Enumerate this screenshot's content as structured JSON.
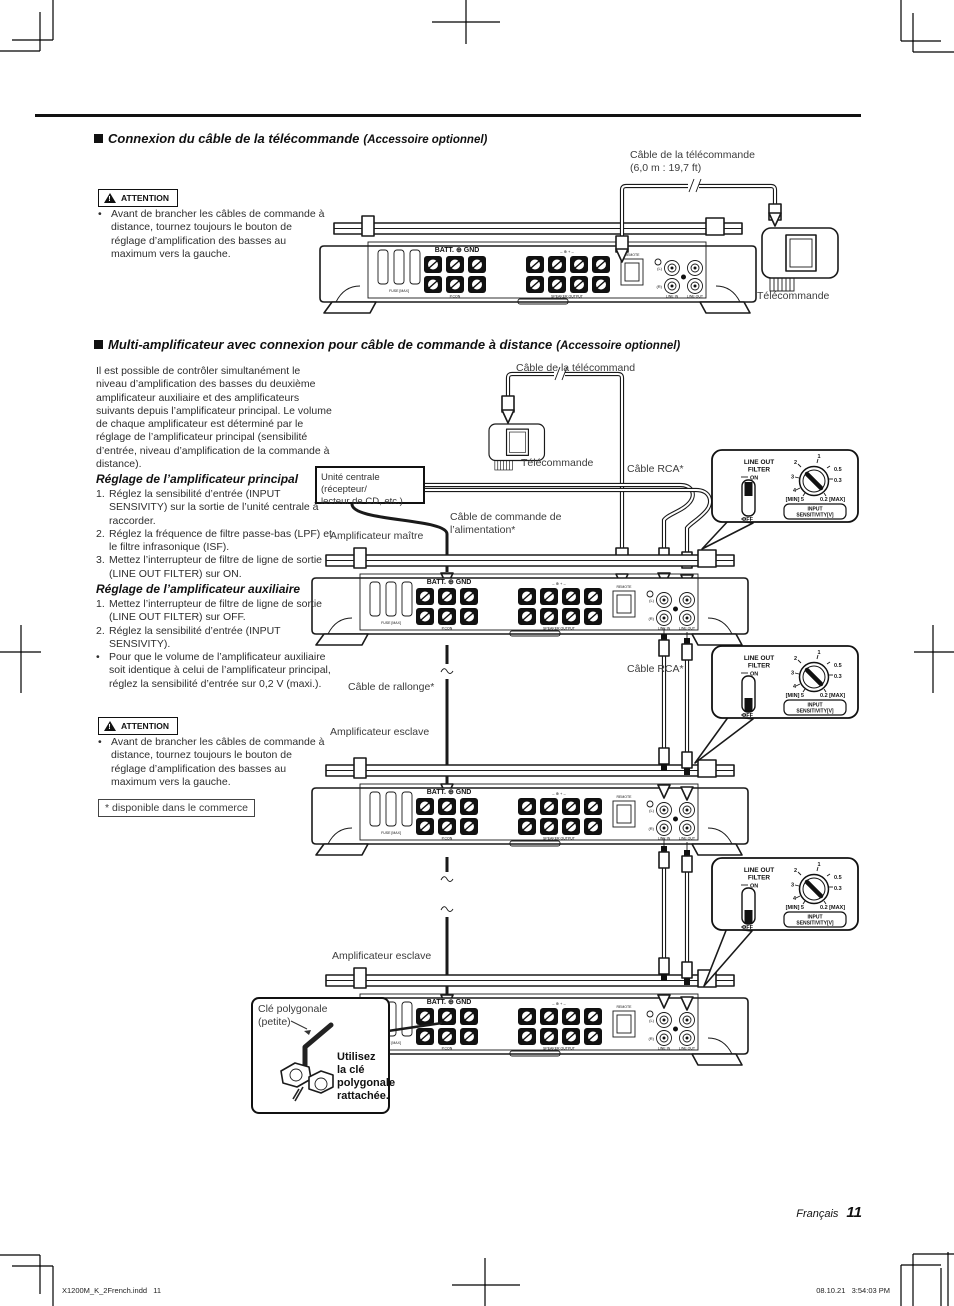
{
  "attention": {
    "label": "ATTENTION",
    "text": "Avant de brancher les câbles de commande à distance, tournez toujours le bouton de réglage d’amplification des basses au maximum vers la gauche."
  },
  "section1": {
    "title": "Connexion du câble de la télécommande",
    "title_suffix": "(Accessoire optionnel)",
    "labels": {
      "remote_cable": "Câble de la télécommande\n(6,0 m : 19,7 ft)",
      "remote_unit": "Télécommande"
    }
  },
  "section2": {
    "title": "Multi-amplificateur avec connexion pour câble de commande à distance",
    "title_suffix": "(Accessoire optionnel)",
    "intro": "Il est possible de contrôler simultanément le niveau d’amplification des basses du deuxième amplificateur auxiliaire et des amplificateurs suivants depuis l’amplificateur principal. Le volume de chaque amplificateur est déterminé par le réglage de l’amplificateur principal (sensibilité d’entrée, niveau d’amplification de la commande à distance).",
    "main_heading": "Réglage de l’amplificateur principal",
    "main_steps": [
      {
        "n": "1.",
        "t": "Réglez la sensibilité d’entrée (INPUT SENSIVITY) sur la sortie de l’unité centrale à raccorder."
      },
      {
        "n": "2.",
        "t": "Réglez la fréquence de filtre passe-bas (LPF) et le filtre infrasonique (ISF)."
      },
      {
        "n": "3.",
        "t": "Mettez l’interrupteur de filtre de ligne de sortie (LINE OUT FILTER) sur ON."
      }
    ],
    "aux_heading": "Réglage de l’amplificateur auxiliaire",
    "aux_steps": [
      {
        "n": "1.",
        "t": "Mettez l’interrupteur de filtre de ligne de sortie (LINE OUT FILTER) sur OFF."
      },
      {
        "n": "2.",
        "t": "Réglez la sensibilité d’entrée (INPUT SENSIVITY)."
      }
    ],
    "aux_note_bullet": "•",
    "aux_note": "Pour que le volume de l’amplificateur auxiliaire soit identique à celui de l’amplificateur principal, réglez la sensibilité d’entrée sur 0,2 V (maxi.).",
    "commerce_note": "* disponible dans le commerce",
    "labels": {
      "remote_cable": "Câble de la télécommand",
      "remote_unit": "Télécommande",
      "rca_cable_1": "Câble RCA*",
      "rca_cable_2": "Câble RCA*",
      "head_unit": "Unité centrale (récepteur/\nlecteur de CD, etc.)",
      "power_cable": "Câble de commande de\nl’alimentation*",
      "master_amp": "Amplificateur maître",
      "extension_cable": "Câble de rallonge*",
      "slave_amp_1": "Amplificateur esclave",
      "slave_amp_2": "Amplificateur esclave",
      "wrench": "Clé polygonale\n(petite)",
      "wrench_note": "Utilisez\nla clé\npolygonale\nrattachée."
    }
  },
  "amp": {
    "batt_gnd": "BATT. ⊕ GND",
    "fuse": "FUSE [MAX]",
    "pcon": "P.CON",
    "speaker_marks": "–  ⊕ +  –",
    "speaker_output": "SPEAKER OUTPUT",
    "remote": "REMOTE",
    "l": "(L)",
    "r": "(R)",
    "line_in": "LINE IN",
    "line_out": "LINE OUT"
  },
  "callout": {
    "title_line1": "LINE OUT",
    "title_line2": "FILTER",
    "on": "ON",
    "off": "OFF",
    "dial_1": "1",
    "dial_2": "2",
    "dial_3": "3",
    "dial_4": "4",
    "dial_min": "[MIN] 5",
    "dial_max": "0.2 [MAX]",
    "dial_03": "0.3",
    "dial_05": "0.5",
    "input_line1": "INPUT",
    "input_line2": "SENSITIVITY[V]"
  },
  "footer": {
    "language": "Français",
    "page_number": "11"
  },
  "slug": {
    "left": "X1200M_K_2French.indd   11",
    "right": "08.10.21   3:54:03 PM"
  }
}
